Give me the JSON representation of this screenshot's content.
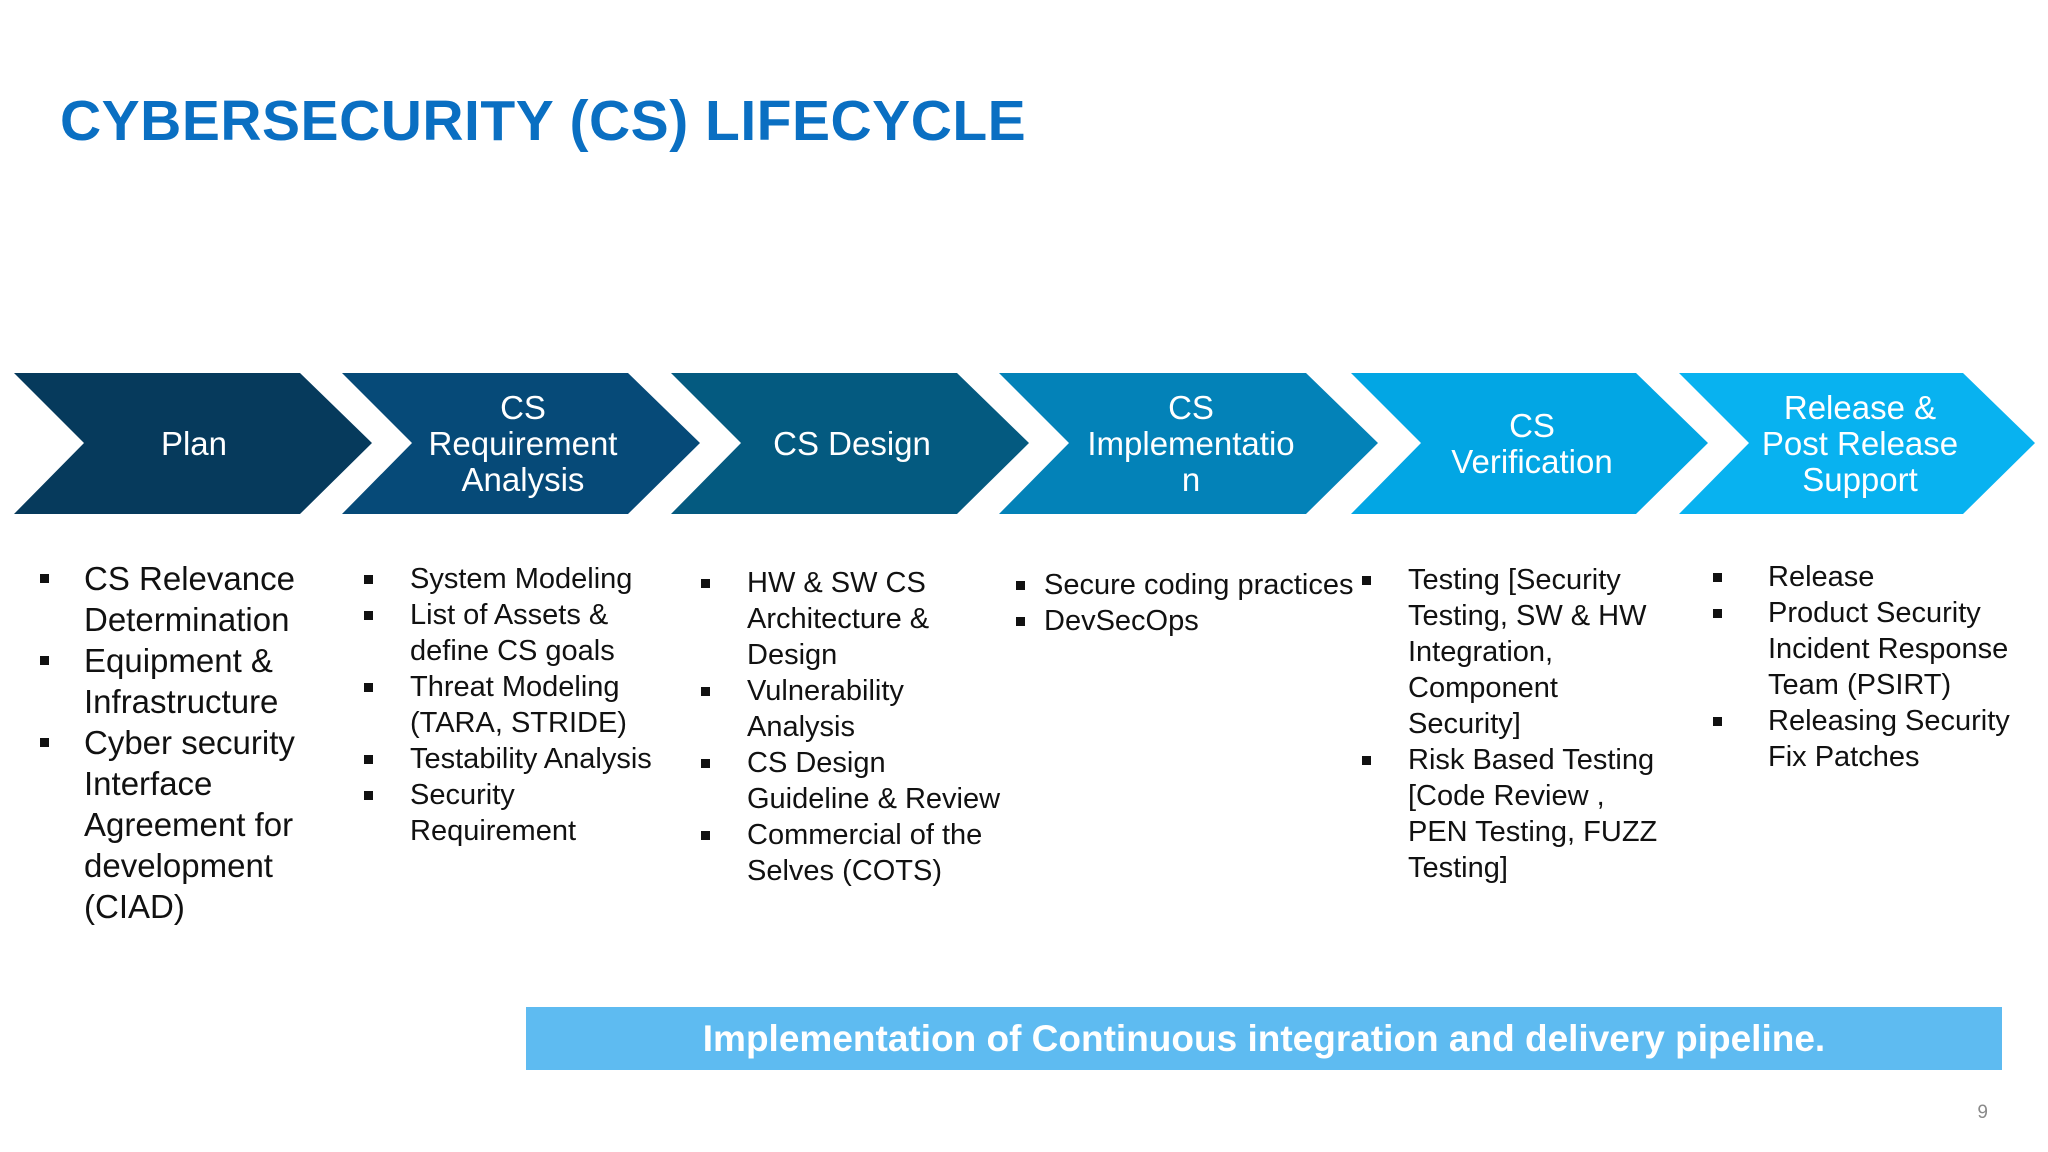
{
  "title": "CYBERSECURITY (CS) LIFECYCLE",
  "stages": [
    {
      "label": "Plan",
      "color": "#063a5c",
      "bullets": [
        "CS Relevance Determination",
        "Equipment & Infrastructure",
        "Cyber security Interface Agreement for development (CIAD)"
      ]
    },
    {
      "label": "CS\nRequirement\nAnalysis",
      "color": "#064a78",
      "bullets": [
        "System Modeling",
        "List of Assets & define CS goals",
        "Threat Modeling (TARA, STRIDE)",
        "Testability Analysis",
        "Security Requirement"
      ]
    },
    {
      "label": "CS Design",
      "color": "#045a80",
      "bullets": [
        "HW & SW CS Architecture & Design",
        "Vulnerability Analysis",
        "CS Design Guideline & Review",
        "Commercial of the Selves (COTS)"
      ]
    },
    {
      "label": "CS\nImplementatio\nn",
      "color": "#0382b8",
      "bullets": [
        "Secure coding practices",
        "DevSecOps"
      ]
    },
    {
      "label": "CS\nVerification",
      "color": "#02a6e4",
      "bullets": [
        "Testing [Security Testing,  SW & HW Integration, Component Security]",
        "Risk Based Testing [Code Review , PEN Testing, FUZZ Testing]"
      ]
    },
    {
      "label": "Release &\nPost Release\nSupport",
      "color": "#08b2f0",
      "bullets": [
        "Release",
        "Product Security Incident Response Team (PSIRT)",
        "Releasing Security Fix Patches"
      ]
    }
  ],
  "banner": "Implementation of Continuous integration and delivery pipeline.",
  "page_number": "9"
}
